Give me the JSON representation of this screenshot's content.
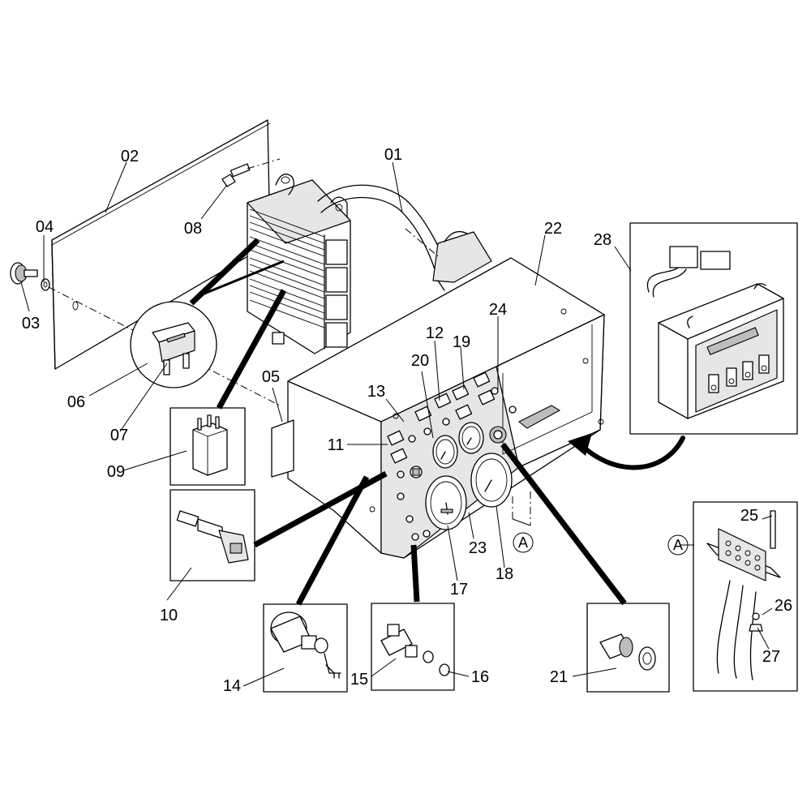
{
  "callouts": {
    "c01": "01",
    "c02": "02",
    "c03": "03",
    "c04": "04",
    "c05": "05",
    "c06": "06",
    "c07": "07",
    "c08": "08",
    "c09": "09",
    "c10": "10",
    "c11": "11",
    "c12": "12",
    "c13": "13",
    "c14": "14",
    "c15": "15",
    "c16": "16",
    "c17": "17",
    "c18": "18",
    "c19": "19",
    "c20": "20",
    "c21": "21",
    "c22": "22",
    "c23": "23",
    "c24": "24",
    "c25": "25",
    "c26": "26",
    "c27": "27",
    "c28": "28"
  },
  "detail_marker": "A"
}
